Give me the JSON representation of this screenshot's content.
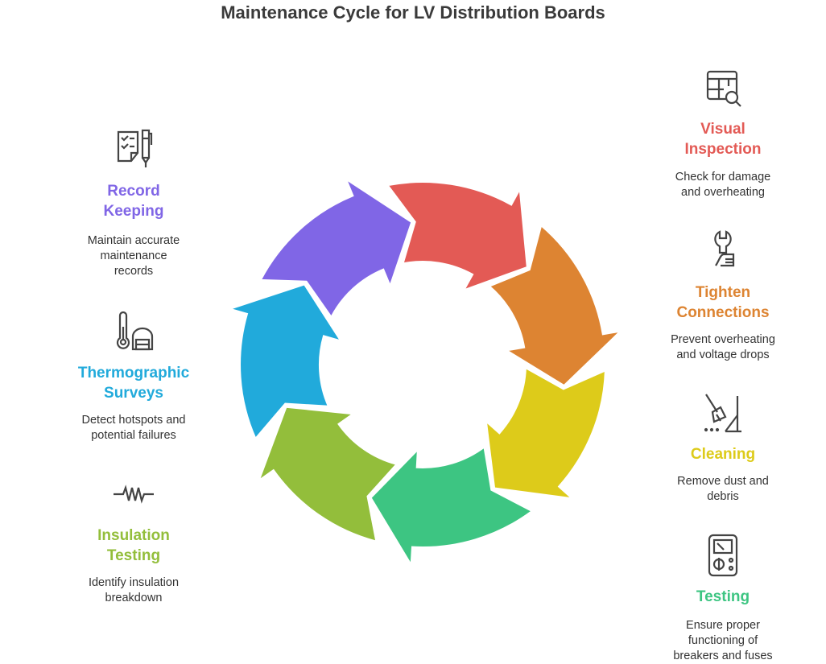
{
  "title": "Maintenance Cycle for LV Distribution Boards",
  "steps": [
    {
      "title": "Visual Inspection",
      "lines": [
        "Visual",
        "Inspection"
      ],
      "desc": [
        "Check for damage",
        "and overheating"
      ],
      "color": "#E35A55",
      "icon": "table-search-icon"
    },
    {
      "title": "Tighten Connections",
      "lines": [
        "Tighten",
        "Connections"
      ],
      "desc": [
        "Prevent overheating",
        "and voltage drops"
      ],
      "color": "#DD8432",
      "icon": "wrench-hand-icon"
    },
    {
      "title": "Cleaning",
      "lines": [
        "Cleaning"
      ],
      "desc": [
        "Remove dust and",
        "debris"
      ],
      "color": "#DDCB1A",
      "icon": "broom-icon"
    },
    {
      "title": "Testing",
      "lines": [
        "Testing"
      ],
      "desc": [
        "Ensure proper",
        "functioning of",
        "breakers and fuses"
      ],
      "color": "#3DC582",
      "icon": "multimeter-icon"
    },
    {
      "title": "Insulation Testing",
      "lines": [
        "Insulation",
        "Testing"
      ],
      "desc": [
        "Identify insulation",
        "breakdown"
      ],
      "color": "#93BE3B",
      "icon": "resistor-wave-icon"
    },
    {
      "title": "Thermographic Surveys",
      "lines": [
        "Thermographic",
        "Surveys"
      ],
      "desc": [
        "Detect hotspots and",
        "potential failures"
      ],
      "color": "#21AADB",
      "icon": "thermometer-icon"
    },
    {
      "title": "Record Keeping",
      "lines": [
        "Record",
        "Keeping"
      ],
      "desc": [
        "Maintain accurate",
        "maintenance",
        "records"
      ],
      "color": "#8066E6",
      "icon": "checklist-pen-icon"
    }
  ]
}
